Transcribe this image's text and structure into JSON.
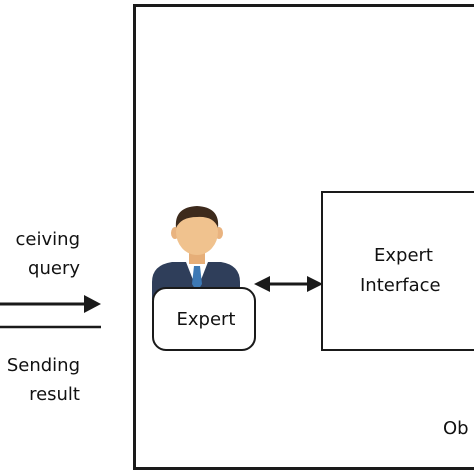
{
  "labels": {
    "receiving_line1": "ceiving",
    "receiving_line2": "query",
    "sending_line1": "Sending",
    "sending_line2": "result",
    "expert": "Expert",
    "interface_line1": "Expert",
    "interface_line2": "Interface",
    "bottom_right": "Ob"
  },
  "colors": {
    "stroke": "#1a1a1a",
    "skin": "#f0c28e",
    "hair": "#3d2a1c",
    "suit": "#2f3e5a",
    "tie": "#3d79b5",
    "shirt": "#ffffff"
  }
}
